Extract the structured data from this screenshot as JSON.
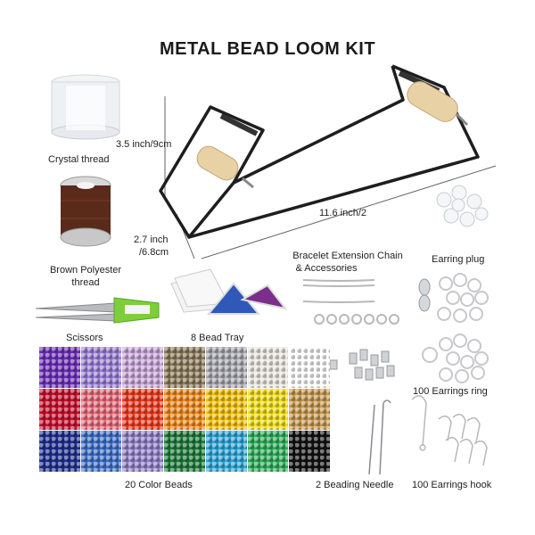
{
  "title": "METAL BEAD LOOM KIT",
  "dimensions": {
    "height": "3.5 inch/9cm",
    "width_line1": "2.7 inch",
    "width_line2": "/6.8cm",
    "length": "11.6 inch/2"
  },
  "items": {
    "crystal_thread": "Crystal thread",
    "brown_thread_line1": "Brown Polyester",
    "brown_thread_line2": "thread",
    "scissors": "Scissors",
    "bead_tray": "8 Bead Tray",
    "extension_line1": "Bracelet Extension Chain",
    "extension_line2": "& Accessories",
    "earring_plug": "Earring plug",
    "earrings_ring": "100 Earrings ring",
    "color_beads": "20 Color Beads",
    "beading_needle": "2 Beading Needle",
    "earrings_hook": "100 Earrings hook"
  },
  "colors": {
    "loom_frame": "#1e1e1e",
    "wood": "#e9d1a6",
    "scissors_handle": "#7ccf3a",
    "brown_thread": "#5a2a1a",
    "silver": "#c8c8cc"
  },
  "bead_colors": [
    "#6c2fb8",
    "#9a7fd6",
    "#c8a5d8",
    "#8a7a5a",
    "#a8a8b0",
    "#e9e6df",
    "#ffffff",
    "#c8102e",
    "#e86b7b",
    "#ef3b1f",
    "#f08a1e",
    "#f5c20c",
    "#f2de19",
    "#c79a52",
    "#1f2f8f",
    "#3f70c8",
    "#8f7fc8",
    "#1f7a3a",
    "#2fa6d8",
    "#2fae5a",
    "#111111"
  ]
}
